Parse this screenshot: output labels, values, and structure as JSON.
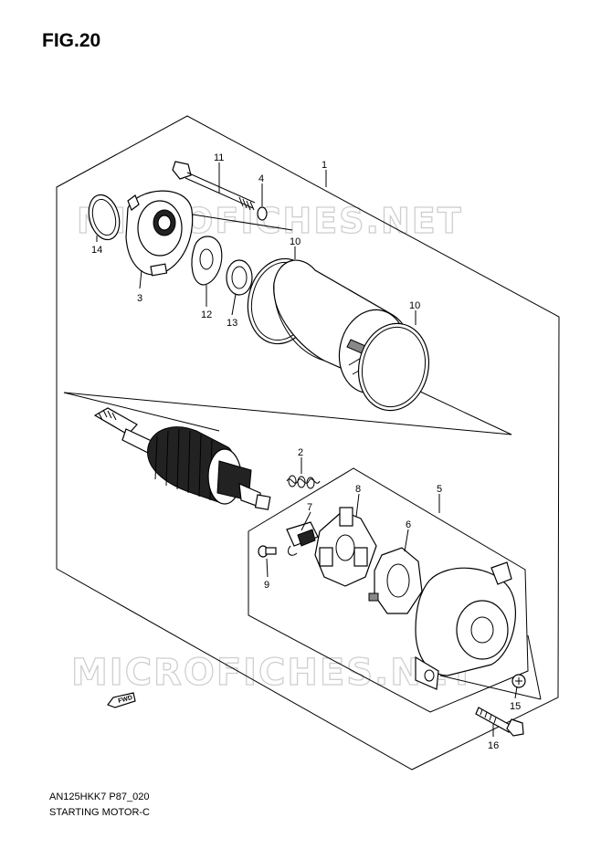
{
  "figure": {
    "title": "FIG.20"
  },
  "watermark": {
    "text": "MICROFICHES.NET"
  },
  "direction_marker": {
    "label": "FWD",
    "icon": "forward-arrow-icon"
  },
  "callouts": [
    {
      "number": "1"
    },
    {
      "number": "2"
    },
    {
      "number": "3"
    },
    {
      "number": "4"
    },
    {
      "number": "5"
    },
    {
      "number": "6"
    },
    {
      "number": "7"
    },
    {
      "number": "8"
    },
    {
      "number": "9"
    },
    {
      "number": "10"
    },
    {
      "number": "10"
    },
    {
      "number": "11"
    },
    {
      "number": "12"
    },
    {
      "number": "13"
    },
    {
      "number": "14"
    },
    {
      "number": "15"
    },
    {
      "number": "16"
    }
  ],
  "footer": {
    "code": "AN125HKK7 P87_020",
    "title": "STARTING MOTOR-C"
  }
}
